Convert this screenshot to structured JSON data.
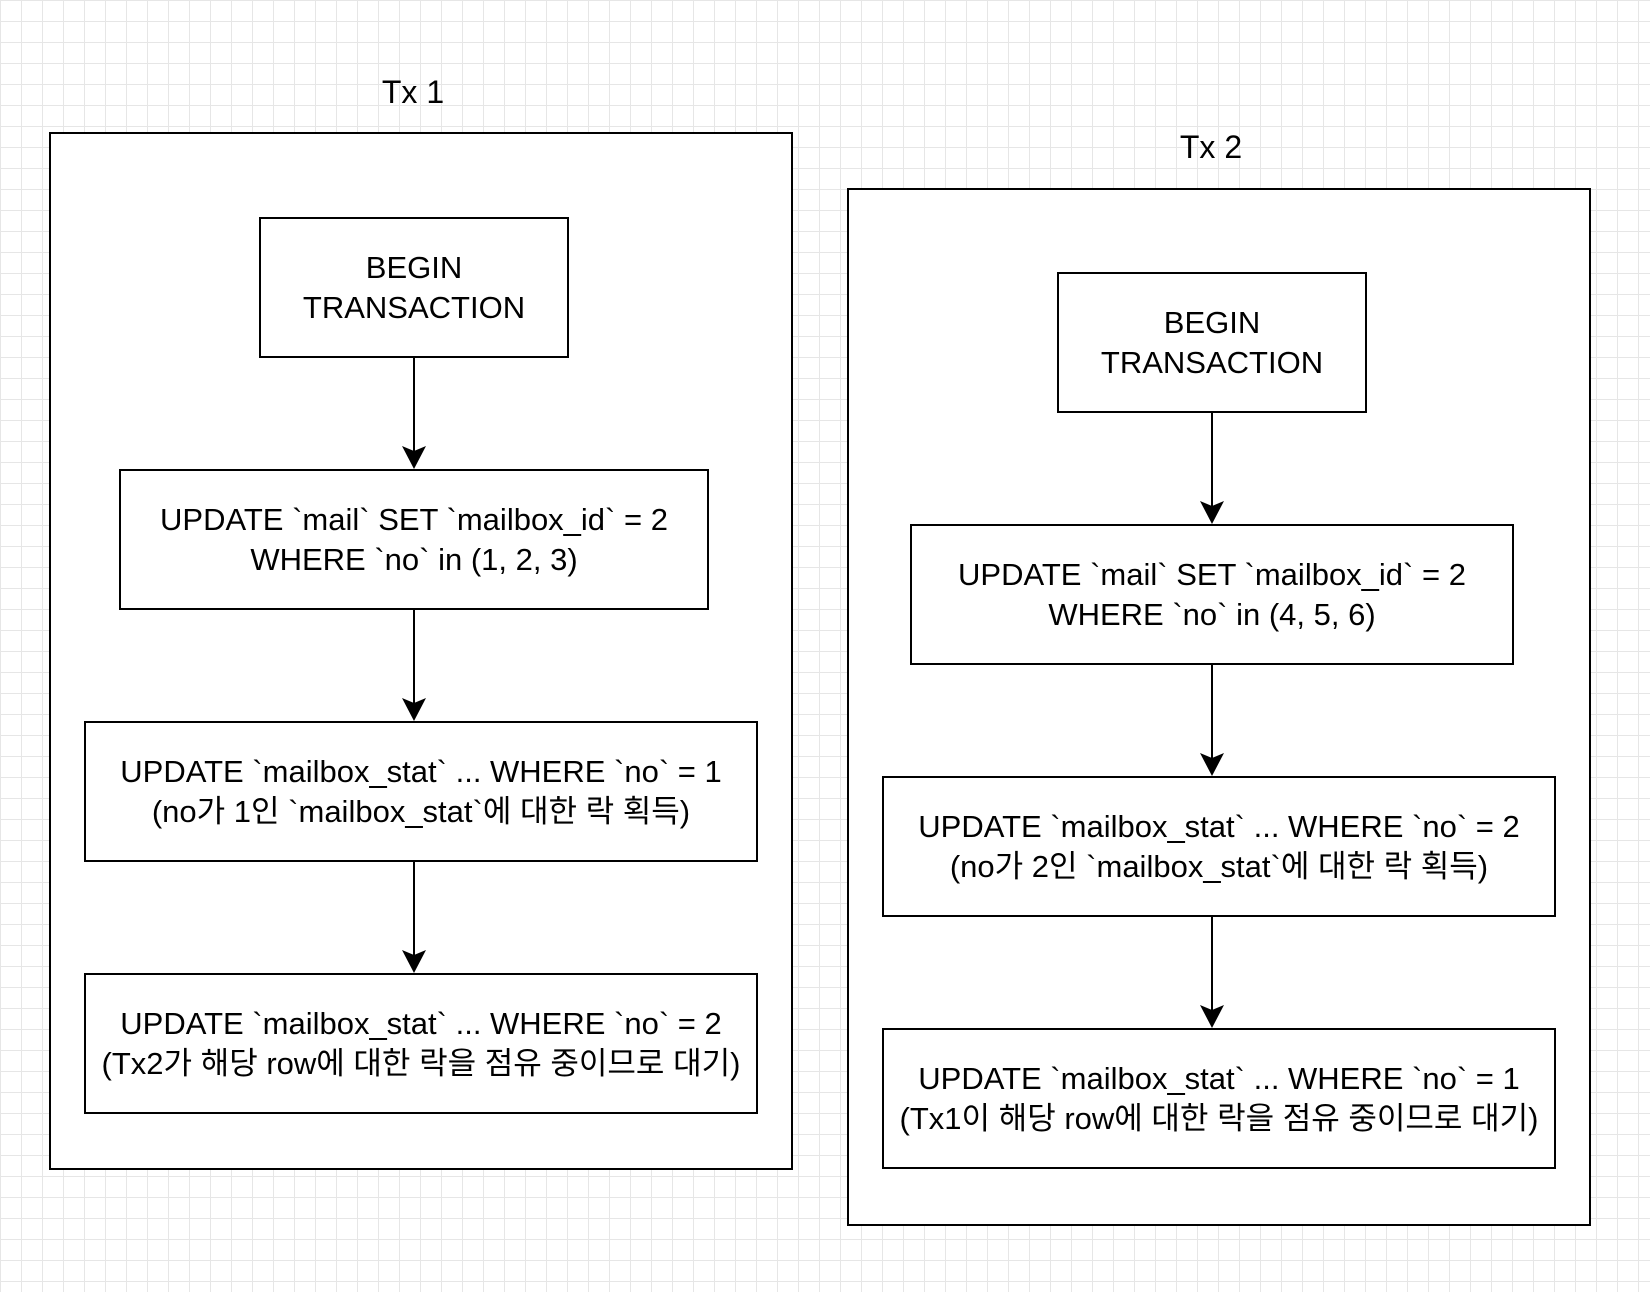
{
  "tx1": {
    "title": "Tx 1",
    "steps": [
      {
        "line1": "BEGIN",
        "line2": "TRANSACTION"
      },
      {
        "line1": "UPDATE `mail` SET `mailbox_id` = 2",
        "line2": "WHERE `no` in (1, 2, 3)"
      },
      {
        "line1": "UPDATE `mailbox_stat` ... WHERE `no` = 1",
        "line2": "(no가 1인 `mailbox_stat`에 대한 락 획득)"
      },
      {
        "line1": "UPDATE `mailbox_stat` ... WHERE `no` = 2",
        "line2": "(Tx2가 해당 row에 대한 락을 점유 중이므로 대기)"
      }
    ]
  },
  "tx2": {
    "title": "Tx 2",
    "steps": [
      {
        "line1": "BEGIN",
        "line2": "TRANSACTION"
      },
      {
        "line1": "UPDATE `mail` SET `mailbox_id` = 2",
        "line2": "WHERE `no` in (4, 5, 6)"
      },
      {
        "line1": "UPDATE `mailbox_stat` ... WHERE `no` = 2",
        "line2": "(no가 2인 `mailbox_stat`에 대한 락 획득)"
      },
      {
        "line1": "UPDATE `mailbox_stat` ... WHERE `no` = 1",
        "line2": "(Tx1이 해당 row에 대한 락을 점유 중이므로 대기)"
      }
    ]
  }
}
